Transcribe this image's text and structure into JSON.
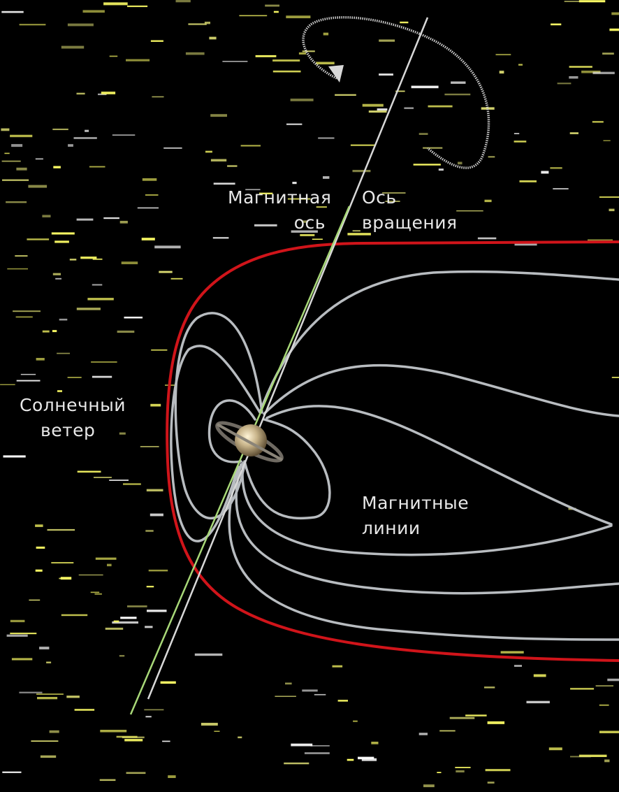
{
  "labels": {
    "magnetic_axis": [
      "Магнитная",
      "ось"
    ],
    "rotation_axis": [
      "Ось",
      "вращения"
    ],
    "solar_wind": [
      "Солнечный",
      "ветер"
    ],
    "magnetic_lines": [
      "Магнитные",
      "линии"
    ]
  },
  "colors": {
    "background": "#000000",
    "stars": "#ffff66",
    "magnetopause": "#d0141a",
    "field_lines": "#b8bcc0",
    "rotation_axis": "#d8d8d8",
    "magnetic_axis": "#a8d878",
    "planet": "#c8b48a",
    "text": "#e8e8e8"
  },
  "icons": {
    "planet": "saturn-icon",
    "rotation": "rotation-arrow-icon"
  }
}
